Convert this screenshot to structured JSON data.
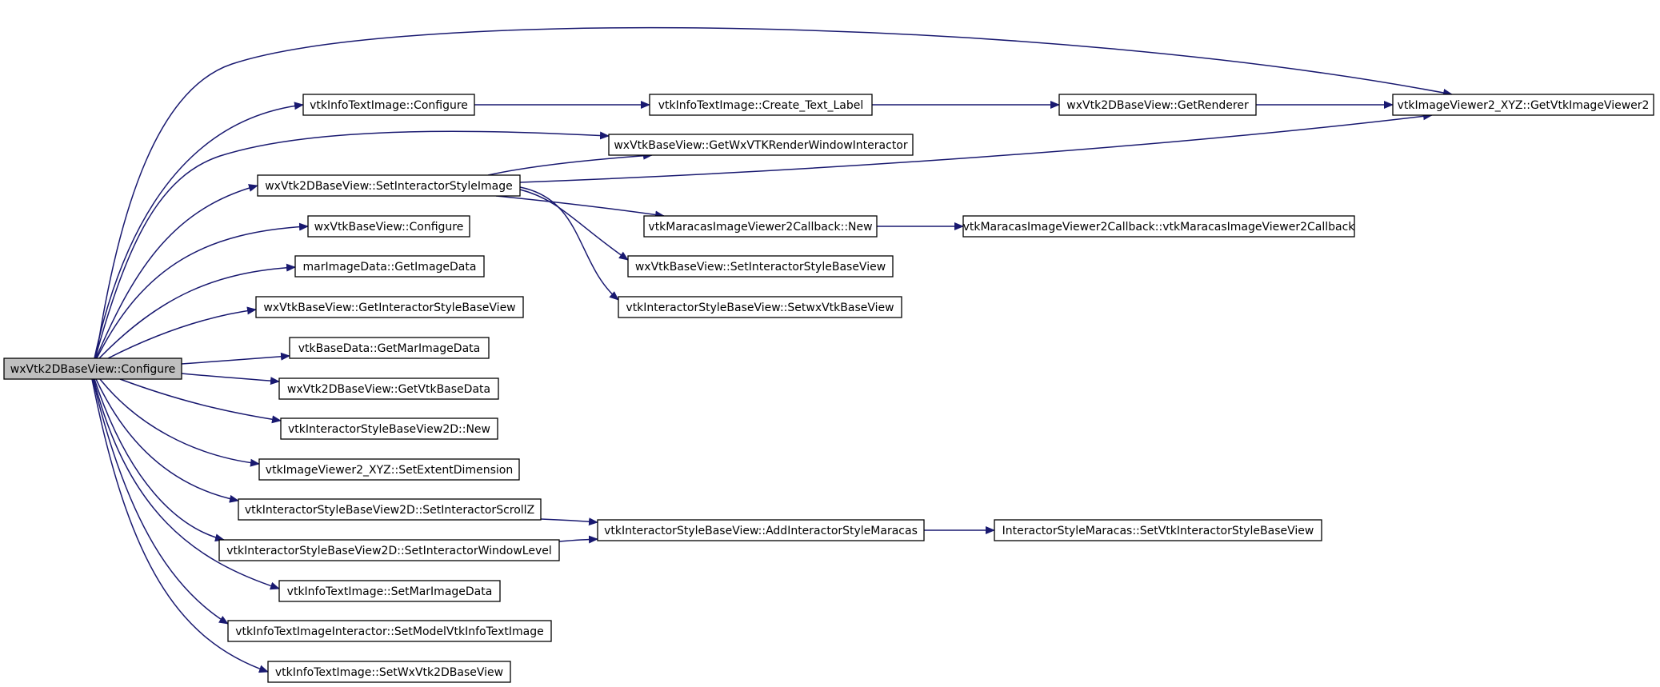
{
  "colors": {
    "edge": "#191970",
    "root_fill": "#bfbfbf",
    "node_fill": "#ffffff",
    "border": "#000000"
  },
  "nodes": [
    {
      "id": "root",
      "label": "wxVtk2DBaseView::Configure",
      "root": true
    },
    {
      "id": "n1",
      "label": "vtkInfoTextImage::Configure"
    },
    {
      "id": "n2",
      "label": "vtkInfoTextImage::Create_Text_Label"
    },
    {
      "id": "n3",
      "label": "wxVtk2DBaseView::GetRenderer"
    },
    {
      "id": "n4",
      "label": "vtkImageViewer2_XYZ::GetVtkImageViewer2"
    },
    {
      "id": "n5",
      "label": "wxVtkBaseView::GetWxVTKRenderWindowInteractor"
    },
    {
      "id": "n6",
      "label": "wxVtk2DBaseView::SetInteractorStyleImage"
    },
    {
      "id": "n7",
      "label": "vtkMaracasImageViewer2Callback::New"
    },
    {
      "id": "n8",
      "label": "vtkMaracasImageViewer2Callback::vtkMaracasImageViewer2Callback"
    },
    {
      "id": "n9",
      "label": "wxVtkBaseView::SetInteractorStyleBaseView"
    },
    {
      "id": "n10",
      "label": "vtkInteractorStyleBaseView::SetwxVtkBaseView"
    },
    {
      "id": "n11",
      "label": "wxVtkBaseView::Configure"
    },
    {
      "id": "n12",
      "label": "marImageData::GetImageData"
    },
    {
      "id": "n13",
      "label": "wxVtkBaseView::GetInteractorStyleBaseView"
    },
    {
      "id": "n14",
      "label": "vtkBaseData::GetMarImageData"
    },
    {
      "id": "n15",
      "label": "wxVtk2DBaseView::GetVtkBaseData"
    },
    {
      "id": "n16",
      "label": "vtkInteractorStyleBaseView2D::New"
    },
    {
      "id": "n17",
      "label": "vtkImageViewer2_XYZ::SetExtentDimension"
    },
    {
      "id": "n18",
      "label": "vtkInteractorStyleBaseView2D::SetInteractorScrollZ"
    },
    {
      "id": "n19",
      "label": "vtkInteractorStyleBaseView::AddInteractorStyleMaracas"
    },
    {
      "id": "n20",
      "label": "InteractorStyleMaracas::SetVtkInteractorStyleBaseView"
    },
    {
      "id": "n21",
      "label": "vtkInteractorStyleBaseView2D::SetInteractorWindowLevel"
    },
    {
      "id": "n22",
      "label": "vtkInfoTextImage::SetMarImageData"
    },
    {
      "id": "n23",
      "label": "vtkInfoTextImageInteractor::SetModelVtkInfoTextImage"
    },
    {
      "id": "n24",
      "label": "vtkInfoTextImage::SetWxVtk2DBaseView"
    }
  ],
  "edges": [
    {
      "from": "root",
      "to": "n4"
    },
    {
      "from": "root",
      "to": "n1"
    },
    {
      "from": "root",
      "to": "n5"
    },
    {
      "from": "root",
      "to": "n6"
    },
    {
      "from": "root",
      "to": "n11"
    },
    {
      "from": "root",
      "to": "n12"
    },
    {
      "from": "root",
      "to": "n13"
    },
    {
      "from": "root",
      "to": "n14"
    },
    {
      "from": "root",
      "to": "n15"
    },
    {
      "from": "root",
      "to": "n16"
    },
    {
      "from": "root",
      "to": "n17"
    },
    {
      "from": "root",
      "to": "n18"
    },
    {
      "from": "root",
      "to": "n21"
    },
    {
      "from": "root",
      "to": "n22"
    },
    {
      "from": "root",
      "to": "n23"
    },
    {
      "from": "root",
      "to": "n24"
    },
    {
      "from": "n1",
      "to": "n2"
    },
    {
      "from": "n2",
      "to": "n3"
    },
    {
      "from": "n3",
      "to": "n4"
    },
    {
      "from": "n6",
      "to": "n5"
    },
    {
      "from": "n6",
      "to": "n4"
    },
    {
      "from": "n6",
      "to": "n7"
    },
    {
      "from": "n6",
      "to": "n9"
    },
    {
      "from": "n6",
      "to": "n10"
    },
    {
      "from": "n7",
      "to": "n8"
    },
    {
      "from": "n18",
      "to": "n19"
    },
    {
      "from": "n21",
      "to": "n19"
    },
    {
      "from": "n19",
      "to": "n20"
    }
  ]
}
